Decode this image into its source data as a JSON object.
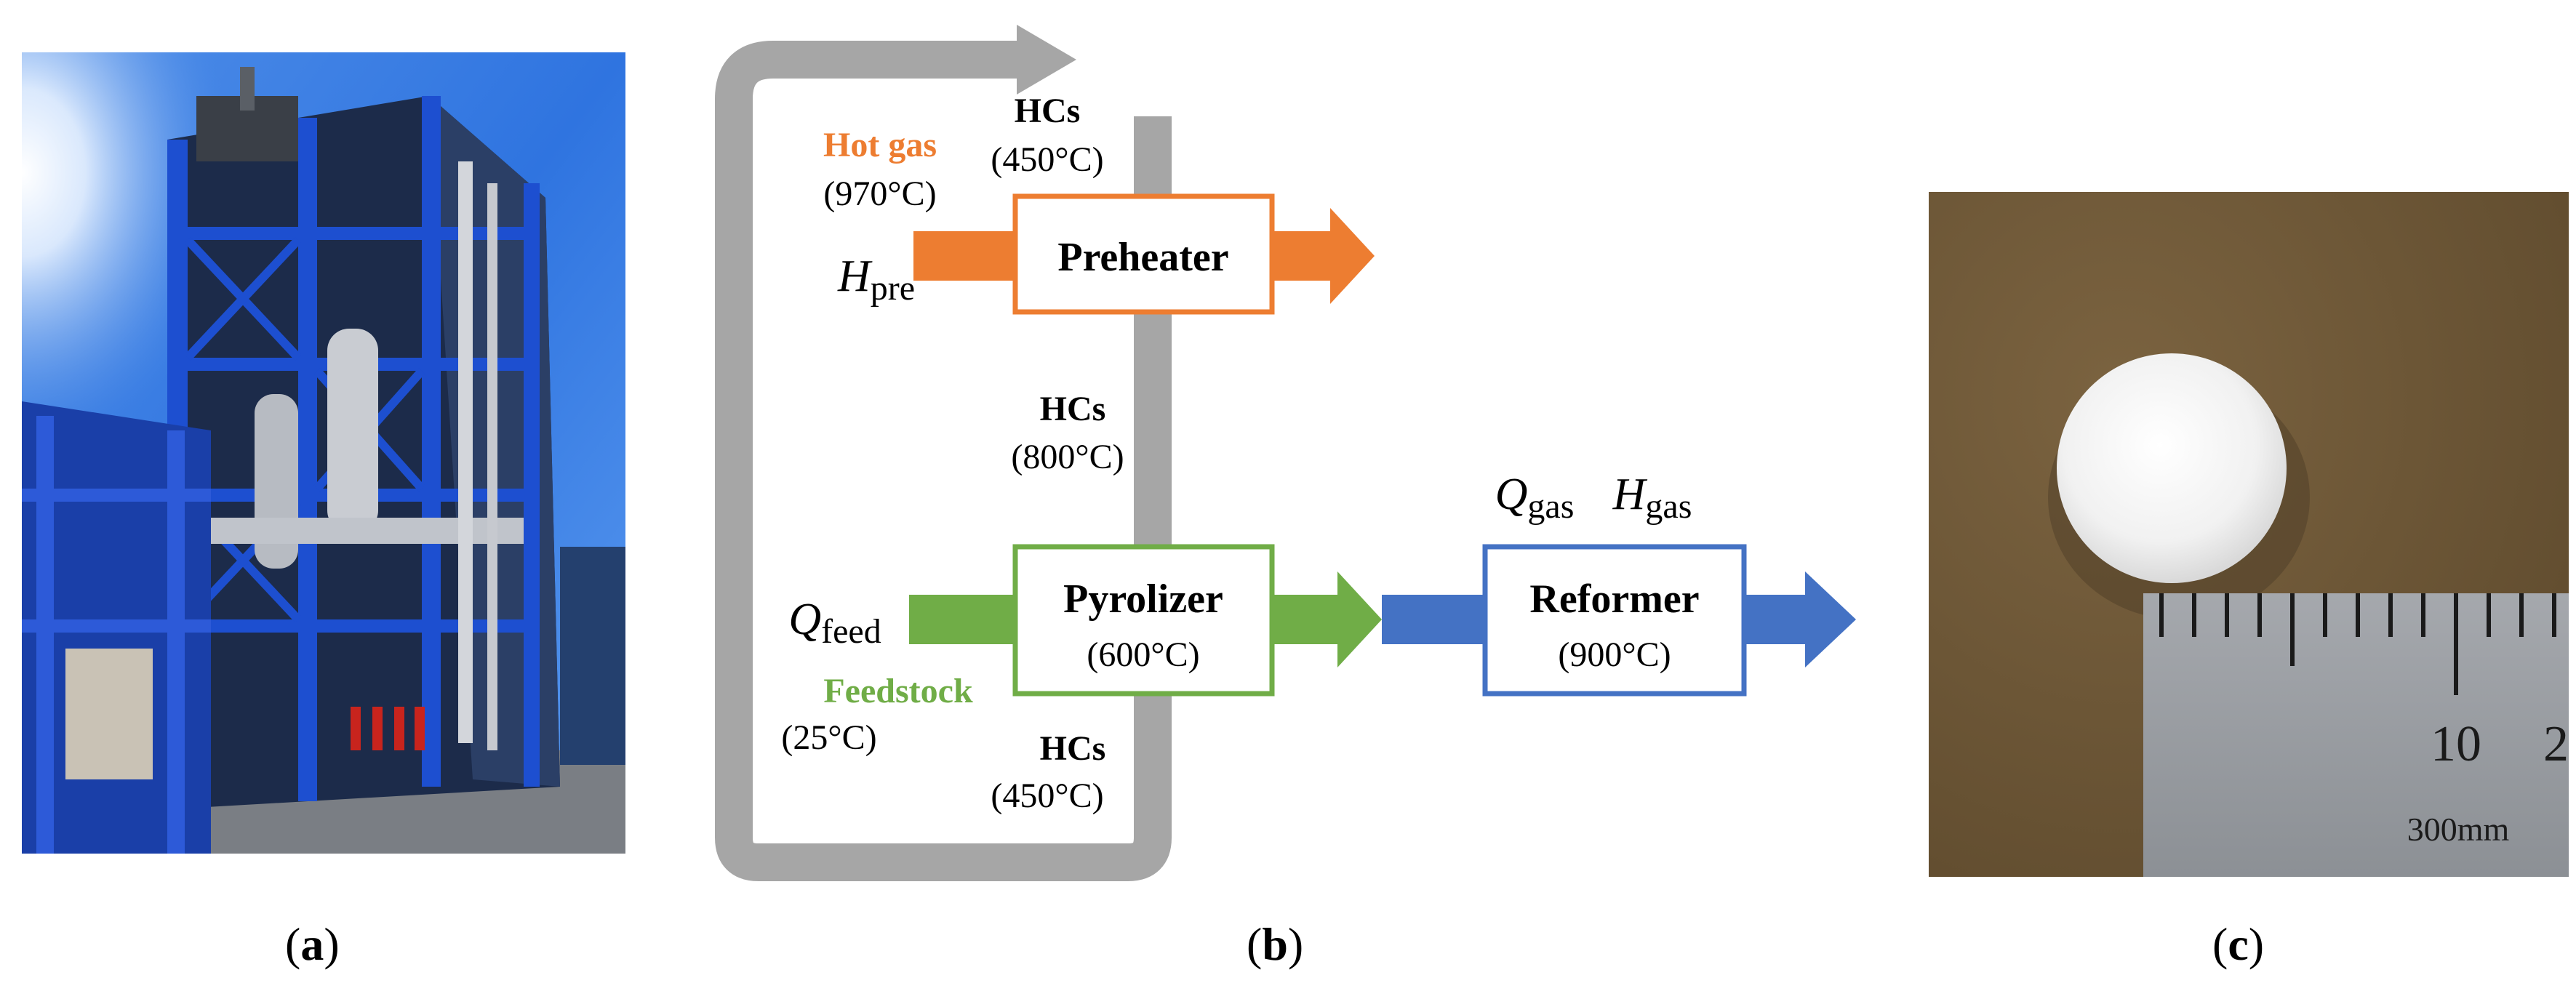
{
  "panels": {
    "a": {
      "caption_open": "(",
      "caption_letter": "a",
      "caption_close": ")"
    },
    "b": {
      "caption_open": "(",
      "caption_letter": "b",
      "caption_close": ")"
    },
    "c": {
      "caption_open": "(",
      "caption_letter": "c",
      "caption_close": ")"
    }
  },
  "diagram": {
    "hot_gas_label": "Hot gas",
    "hot_gas_temp": "(970°C)",
    "hcs_top_label": "HCs",
    "hcs_top_temp": "(450°C)",
    "h_pre_main": "H",
    "h_pre_sub": "pre",
    "preheater_label": "Preheater",
    "hcs_mid_label": "HCs",
    "hcs_mid_temp": "(800°C)",
    "q_feed_main": "Q",
    "q_feed_sub": "feed",
    "pyrolizer_label": "Pyrolizer",
    "pyrolizer_temp": "(600°C)",
    "feedstock_label": "Feedstock",
    "feedstock_temp": "(25°C)",
    "hcs_bottom_label": "HCs",
    "hcs_bottom_temp": "(450°C)",
    "q_gas_main": "Q",
    "q_gas_sub": "gas",
    "h_gas_main": "H",
    "h_gas_sub": "gas",
    "reformer_label": "Reformer",
    "reformer_temp": "(900°C)",
    "colors": {
      "hot_gas": "#ED7D31",
      "feedstock": "#70AD47",
      "reformer": "#4472C4",
      "loop": "#A6A6A6"
    }
  },
  "ruler": {
    "tick_10": "10",
    "tick_20": "2",
    "unit_label": "300mm"
  }
}
